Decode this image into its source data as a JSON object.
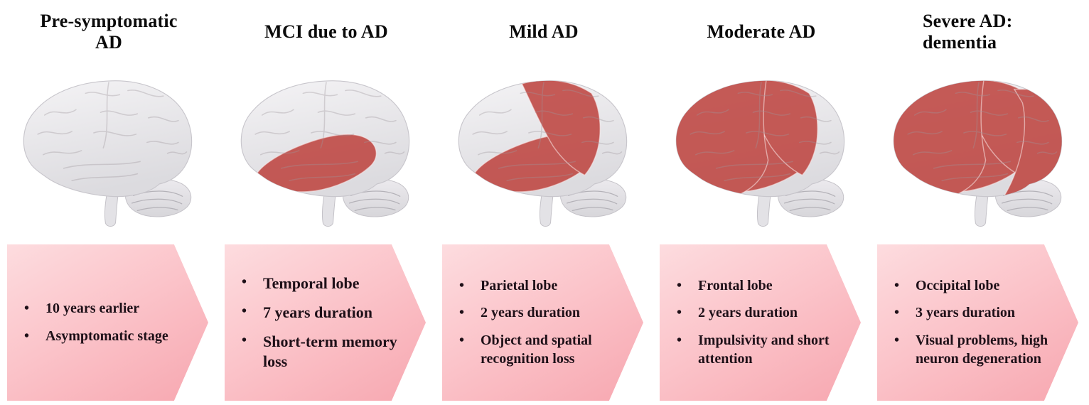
{
  "bullet_glyph": "•",
  "colors": {
    "affected_red": "#bf4a45",
    "brain_gray_light": "#f3f2f4",
    "brain_gray_dark": "#dedde1",
    "arrow_pink_light": "#fddcdf",
    "arrow_pink_dark": "#f7a7b0",
    "title_text": "#0b0b0b",
    "bullet_text": "#1e1018"
  },
  "stages": [
    {
      "title": "Pre-symptomatic AD",
      "affected_regions": [],
      "bullets": [
        "10 years earlier",
        "Asymptomatic stage"
      ]
    },
    {
      "title": "MCI due to AD",
      "affected_regions": [
        "temporal"
      ],
      "bullets": [
        "Temporal lobe",
        "7 years duration",
        "Short-term memory loss"
      ]
    },
    {
      "title": "Mild AD",
      "affected_regions": [
        "temporal",
        "parietal"
      ],
      "bullets": [
        "Parietal lobe",
        "2 years duration",
        "Object and spatial recognition loss"
      ]
    },
    {
      "title": "Moderate AD",
      "affected_regions": [
        "temporal",
        "parietal",
        "frontal"
      ],
      "bullets": [
        "Frontal lobe",
        "2 years duration",
        "Impulsivity and short attention"
      ]
    },
    {
      "title": "Severe AD: dementia",
      "affected_regions": [
        "temporal",
        "parietal",
        "frontal",
        "occipital"
      ],
      "bullets": [
        "Occipital lobe",
        "3 years duration",
        "Visual problems, high neuron degeneration"
      ]
    }
  ]
}
